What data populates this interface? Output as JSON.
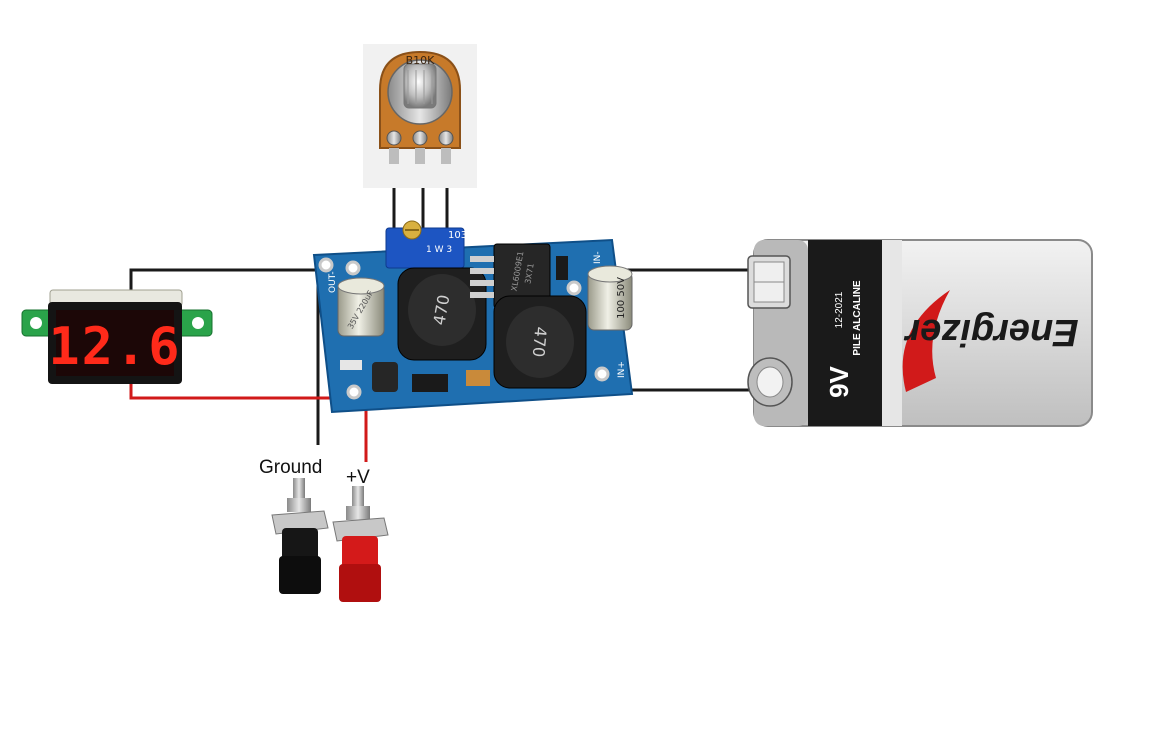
{
  "labels": {
    "ground": "Ground",
    "plus_v": "+V"
  },
  "voltmeter": {
    "reading": "12.6",
    "segment_color": "#ff2a1a"
  },
  "potentiometer": {
    "marking": "B10K"
  },
  "trimmer": {
    "marking": "103",
    "pin_marks": "1 W 3"
  },
  "converter_board": {
    "pins": {
      "out_minus": "OUT-",
      "in_minus": "IN-",
      "in_plus": "IN+"
    },
    "chip_text": [
      "XL6009E1",
      "3X71"
    ],
    "inductor_labels": [
      "470",
      "470"
    ],
    "capacitors": [
      {
        "label": "35V 220uF"
      },
      {
        "label": "100 50V"
      }
    ]
  },
  "battery": {
    "brand": "Energizer",
    "voltage": "9V",
    "chemistry": "PILE ALCALINE",
    "date_code": "12-2021"
  },
  "wire_colors": {
    "negative": "#1a1a1a",
    "positive": "#d11a1a"
  }
}
